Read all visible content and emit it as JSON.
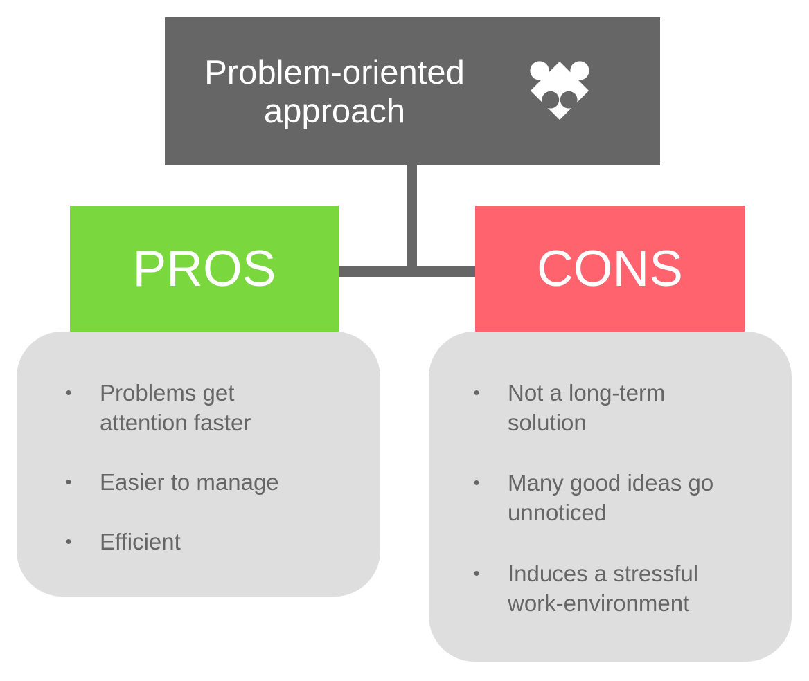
{
  "title": {
    "lines": [
      "Problem-oriented",
      "approach"
    ],
    "icon": "puzzle-piece-icon"
  },
  "pros": {
    "header": "PROS",
    "items": [
      {
        "bullet": "•",
        "lines": [
          "Problems get",
          "attention faster"
        ]
      },
      {
        "bullet": "•",
        "lines": [
          "Easier to manage"
        ]
      },
      {
        "bullet": "•",
        "lines": [
          "Efficient"
        ]
      }
    ]
  },
  "cons": {
    "header": "CONS",
    "items": [
      {
        "bullet": "•",
        "lines": [
          "Not a long-term",
          "solution"
        ]
      },
      {
        "bullet": "•",
        "lines": [
          "Many good ideas go",
          "unnoticed"
        ]
      },
      {
        "bullet": "•",
        "lines": [
          "Induces a stressful",
          "work-environment"
        ]
      }
    ]
  },
  "colors": {
    "title_bg": "#666666",
    "pros_bg": "#7ad83e",
    "cons_bg": "#ff636e",
    "panel_bg": "#dedede",
    "connector": "#666666",
    "item_text": "#666666"
  }
}
